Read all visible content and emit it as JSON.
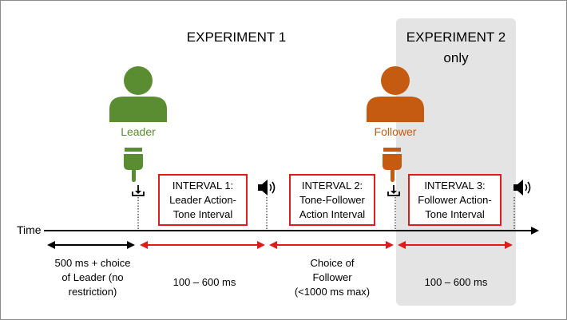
{
  "header": {
    "experiment1": "EXPERIMENT 1",
    "experiment2_line1": "EXPERIMENT 2",
    "experiment2_line2": "only"
  },
  "agents": {
    "leader": {
      "label": "Leader",
      "color": "#5a8c31",
      "icon": "person-icon"
    },
    "follower": {
      "label": "Follower",
      "color": "#c55a11",
      "icon": "person-icon"
    }
  },
  "intervals": [
    {
      "line1": "INTERVAL 1:",
      "line2": "Leader Action-",
      "line3": "Tone Interval"
    },
    {
      "line1": "INTERVAL 2:",
      "line2": "Tone-Follower",
      "line3": "Action Interval"
    },
    {
      "line1": "INTERVAL 3:",
      "line2": "Follower Action-",
      "line3": "Tone Interval"
    }
  ],
  "timeline": {
    "label": "Time"
  },
  "durations": [
    {
      "line1": "500 ms + choice",
      "line2": "of Leader (no",
      "line3": "restriction)"
    },
    {
      "line1": "100 – 600 ms"
    },
    {
      "line1": "Choice of",
      "line2": "Follower",
      "line3": "(<1000 ms max)"
    },
    {
      "line1": "100 – 600 ms"
    }
  ],
  "colors": {
    "interval_border": "#e01b1b",
    "arrow_red": "#e01b1b",
    "arrow_black": "#000000",
    "exp2_shade": "#e4e4e4"
  },
  "icons": [
    "pointing-hand-icon",
    "key-press-icon",
    "speaker-icon"
  ]
}
